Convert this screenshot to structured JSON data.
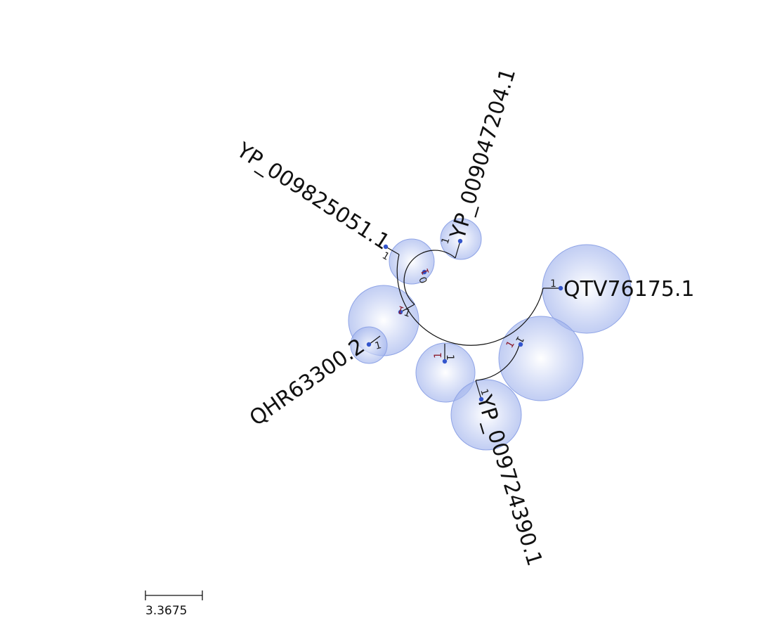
{
  "tree": {
    "leaves": [
      {
        "name": "YP_009825051.1",
        "support": "1"
      },
      {
        "name": "YP_009047204.1",
        "support": "1"
      },
      {
        "name": "QTV76175.1",
        "support": "1"
      },
      {
        "name": "YP_009724390.1",
        "support": "1"
      },
      {
        "name": "QHR63300.2",
        "support": "1"
      }
    ],
    "internal_nodes": [
      {
        "id": "n1",
        "support_top": "1",
        "support_bottom": "0"
      },
      {
        "id": "n2",
        "support_top": "1",
        "support_bottom": "1"
      },
      {
        "id": "n3",
        "support_top": "1",
        "support_bottom": "1"
      },
      {
        "id": "n4",
        "support_top": "1",
        "support_bottom": "1"
      }
    ]
  },
  "scale_bar": {
    "label": "3.3675"
  },
  "colors": {
    "branch": "#111111",
    "node": "#3355cc",
    "bubble": "#aabbee",
    "support_red": "#8b1a2b",
    "support_dark": "#222222"
  }
}
